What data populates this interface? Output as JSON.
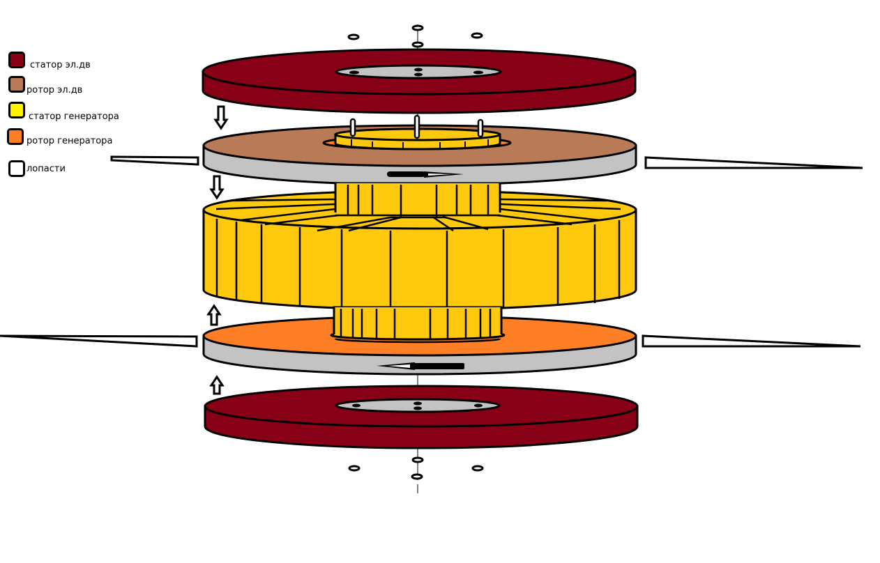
{
  "legend": {
    "items": [
      {
        "label": "статор эл.дв",
        "color": "#880015"
      },
      {
        "label": "ротор эл.дв",
        "color": "#b97a57"
      },
      {
        "label": "статор генератора",
        "color": "#fff200"
      },
      {
        "label": "ротор генератора",
        "color": "#ff7f27"
      },
      {
        "label": "лопасти",
        "color": "#ffffff"
      }
    ]
  },
  "colors": {
    "stator_motor": "#880015",
    "rotor_motor": "#b97a57",
    "stator_generator": "#ffc90e",
    "rotor_generator": "#ff7f27",
    "side_gray": "#c3c3c3",
    "outline": "#000000"
  },
  "components": [
    {
      "name": "top-motor-stator",
      "role": "stator_motor"
    },
    {
      "name": "top-motor-rotor",
      "role": "rotor_motor",
      "rotation": "right"
    },
    {
      "name": "generator-stator",
      "role": "stator_generator"
    },
    {
      "name": "bottom-generator-rotor",
      "role": "rotor_generator",
      "rotation": "left"
    },
    {
      "name": "bottom-motor-stator",
      "role": "stator_motor"
    }
  ],
  "assembly_arrows": [
    "down",
    "down",
    "up",
    "up"
  ]
}
